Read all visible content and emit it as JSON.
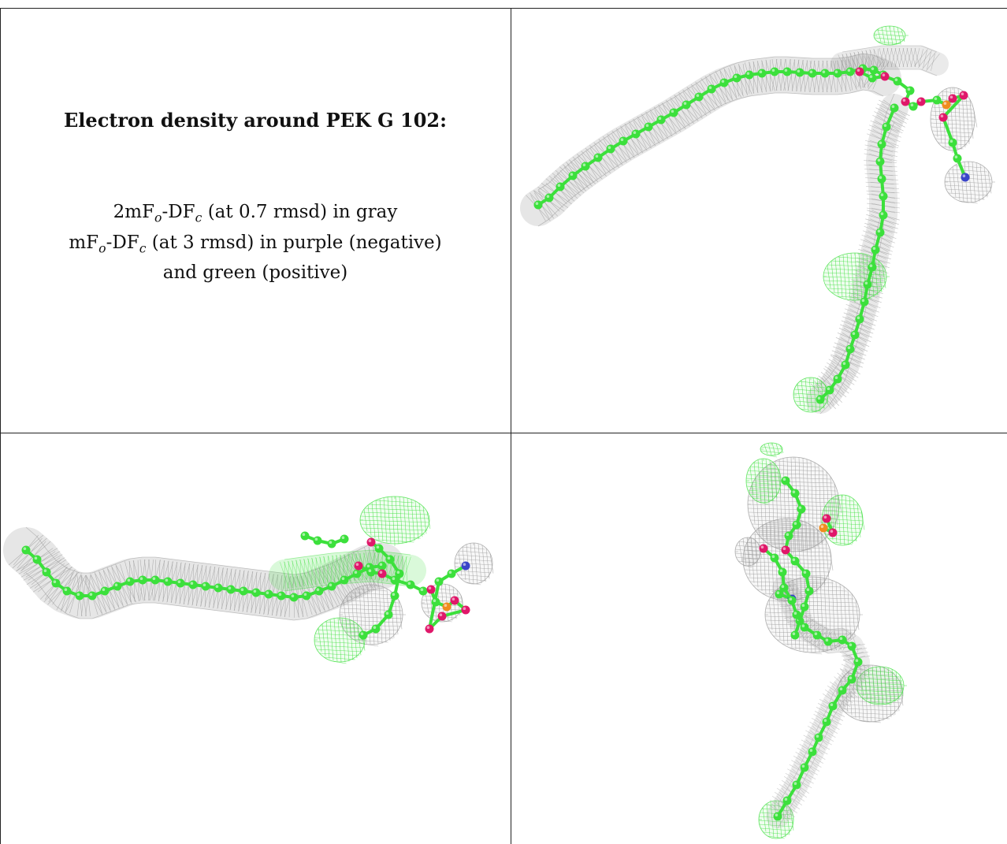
{
  "caption": {
    "title": "Electron density around PEK G 102:",
    "line1": {
      "prefix": "2mF",
      "sub_o": "o",
      "middle": "-DF",
      "sub_c": "c",
      "suffix": " (at 0.7 rmsd) in gray"
    },
    "line2": {
      "prefix": "mF",
      "sub_o": "o",
      "middle": "-DF",
      "sub_c": "c",
      "suffix": " (at 3 rmsd) in purple (negative)"
    },
    "line3": "and green (positive)"
  },
  "colors": {
    "carbon": "#3ce03c",
    "oxygen": "#e0186a",
    "phosphorus": "#f08c1e",
    "nitrogen": "#3a44c8",
    "mesh_gray": "#9a9a9a",
    "mesh_green": "#3ce03c",
    "border": "#222222"
  },
  "panels": [
    {
      "name": "view-top-right"
    },
    {
      "name": "view-bottom-left"
    },
    {
      "name": "view-bottom-right"
    }
  ]
}
